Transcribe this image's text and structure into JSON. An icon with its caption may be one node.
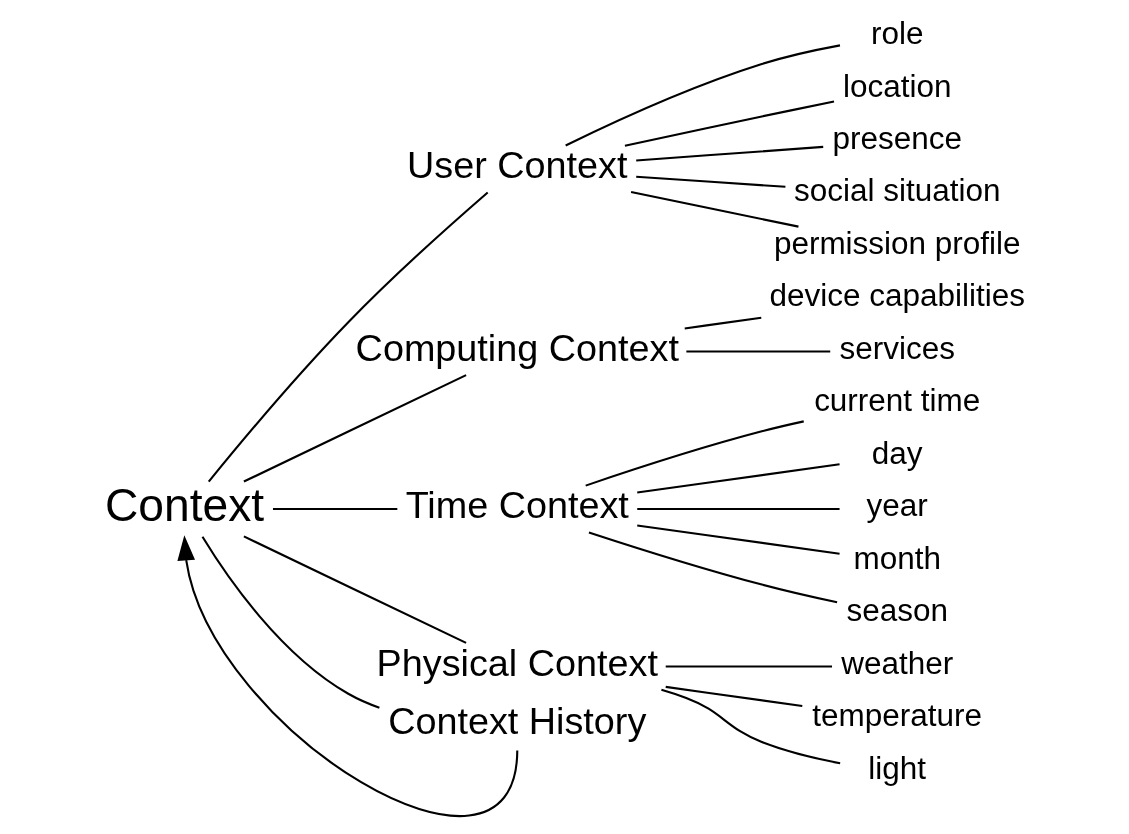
{
  "diagram": {
    "nodes": [
      {
        "text": [
          "Context"
        ]
      },
      {
        "text": [
          "User Context"
        ]
      },
      {
        "text": [
          "role"
        ]
      },
      {
        "text": [
          "location"
        ]
      },
      {
        "text": [
          "presence"
        ]
      },
      {
        "text": [
          "social situation"
        ]
      },
      {
        "text": [
          "permission profile"
        ]
      },
      {
        "text": [
          "Computing Context"
        ]
      },
      {
        "text": [
          "device capabilities"
        ]
      },
      {
        "text": [
          "services"
        ]
      },
      {
        "text": [
          "Time Context"
        ]
      },
      {
        "text": [
          "current time"
        ]
      },
      {
        "text": [
          "day"
        ]
      },
      {
        "text": [
          "year"
        ]
      },
      {
        "text": [
          "month"
        ]
      },
      {
        "text": [
          "season"
        ]
      },
      {
        "text": [
          "Physical Context"
        ]
      },
      {
        "text": [
          "weather"
        ]
      },
      {
        "text": [
          "temperature"
        ]
      },
      {
        "text": [
          "light"
        ]
      },
      {
        "text": [
          "Context History"
        ]
      }
    ],
    "edges": [
      {
        "from": 0,
        "to": 1,
        "arrow": "none"
      },
      {
        "from": 0,
        "to": 7,
        "arrow": "none"
      },
      {
        "from": 0,
        "to": 10,
        "arrow": "none"
      },
      {
        "from": 0,
        "to": 16,
        "arrow": "none"
      },
      {
        "from": 0,
        "to": 20,
        "arrow": "none"
      },
      {
        "from": 1,
        "to": 2,
        "arrow": "none"
      },
      {
        "from": 1,
        "to": 3,
        "arrow": "none"
      },
      {
        "from": 1,
        "to": 4,
        "arrow": "none"
      },
      {
        "from": 1,
        "to": 5,
        "arrow": "none"
      },
      {
        "from": 1,
        "to": 6,
        "arrow": "none"
      },
      {
        "from": 7,
        "to": 8,
        "arrow": "none"
      },
      {
        "from": 7,
        "to": 9,
        "arrow": "none"
      },
      {
        "from": 10,
        "to": 11,
        "arrow": "none"
      },
      {
        "from": 10,
        "to": 12,
        "arrow": "none"
      },
      {
        "from": 10,
        "to": 13,
        "arrow": "none"
      },
      {
        "from": 10,
        "to": 14,
        "arrow": "none"
      },
      {
        "from": 10,
        "to": 15,
        "arrow": "none"
      },
      {
        "from": 16,
        "to": 17,
        "arrow": "none"
      },
      {
        "from": 16,
        "to": 18,
        "arrow": "none"
      },
      {
        "from": 16,
        "to": 19,
        "arrow": "none"
      },
      {
        "from": 20,
        "to": 0,
        "arrow": "to"
      }
    ]
  }
}
